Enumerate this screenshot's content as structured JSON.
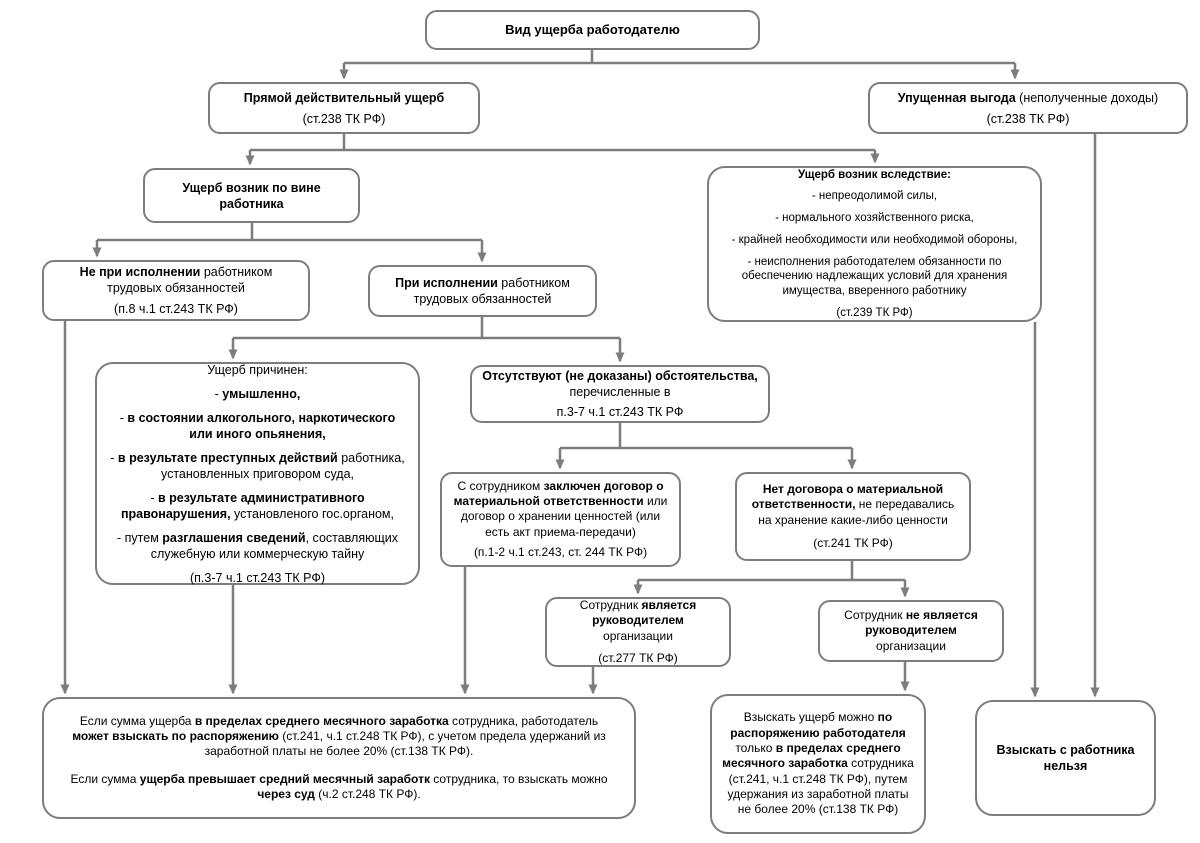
{
  "colors": {
    "line": "#7d7d7d",
    "border": "#7d7d7d",
    "text": "#000000",
    "background": "#ffffff"
  },
  "nodes": {
    "root": {
      "lines": [
        [
          {
            "t": "Вид ущерба работодателю",
            "b": true
          }
        ]
      ]
    },
    "direct": {
      "lines": [
        [
          {
            "t": "Прямой действительный ущерб",
            "b": true
          }
        ],
        [
          {
            "t": "(ст.238 ТК РФ)"
          }
        ]
      ]
    },
    "lost": {
      "lines": [
        [
          {
            "t": "Упущенная выгода",
            "b": true
          },
          {
            "t": " (неполученные доходы)"
          }
        ],
        [
          {
            "t": "(ст.238 ТК РФ)"
          }
        ]
      ]
    },
    "fault": {
      "lines": [
        [
          {
            "t": "Ущерб возник по вине работника",
            "b": true
          }
        ]
      ]
    },
    "circ": {
      "lines": [
        [
          {
            "t": "Ущерб возник вследствие:",
            "b": true
          }
        ],
        [
          {
            "t": "- непреодолимой силы,"
          }
        ],
        [
          {
            "t": "- нормального хозяйственного риска,"
          }
        ],
        [
          {
            "t": "- крайней необходимости или необходимой обороны,"
          }
        ],
        [
          {
            "t": "- неисполнения работодателем обязанности по обеспечению надлежащих условий для хранения имущества, вверенного работнику"
          }
        ],
        [
          {
            "t": "(ст.239 ТК РФ)"
          }
        ]
      ]
    },
    "notduty": {
      "lines": [
        [
          {
            "t": "Не при исполнении",
            "b": true
          },
          {
            "t": " работником трудовых обязанностей"
          }
        ],
        [
          {
            "t": "(п.8 ч.1 ст.243 ТК РФ)"
          }
        ]
      ]
    },
    "duty": {
      "lines": [
        [
          {
            "t": "При исполнении",
            "b": true
          },
          {
            "t": " работником трудовых обязанностей"
          }
        ]
      ]
    },
    "caused": {
      "lines": [
        [
          {
            "t": "Ущерб причинен:"
          }
        ],
        [
          {
            "t": "- "
          },
          {
            "t": "умышленно,",
            "b": true
          }
        ],
        [
          {
            "t": "- "
          },
          {
            "t": "в состоянии алкогольного, наркотического или иного опьянения,",
            "b": true
          }
        ],
        [
          {
            "t": "- "
          },
          {
            "t": "в результате преступных действий",
            "b": true
          },
          {
            "t": " работника, установленных приговором суда,"
          }
        ],
        [
          {
            "t": "- "
          },
          {
            "t": "в результате административного правонарушения,",
            "b": true
          },
          {
            "t": " установленого гос.органом,"
          }
        ],
        [
          {
            "t": "- путем "
          },
          {
            "t": "разглашения сведений",
            "b": true
          },
          {
            "t": ", составляющих служебную или коммерческую тайну"
          }
        ],
        [
          {
            "t": "(п.3-7 ч.1 ст.243 ТК РФ)"
          }
        ]
      ]
    },
    "absent": {
      "lines": [
        [
          {
            "t": "Отсутствуют (не доказаны) обстоятельства,",
            "b": true
          },
          {
            "t": " перечисленные в"
          }
        ],
        [
          {
            "t": "п.3-7 ч.1 ст.243 ТК РФ"
          }
        ]
      ]
    },
    "contract": {
      "lines": [
        [
          {
            "t": "С сотрудником "
          },
          {
            "t": "заключен договор о материальной ответственности",
            "b": true
          },
          {
            "t": " или договор о хранении ценностей (или есть акт приема-передачи)"
          }
        ],
        [
          {
            "t": "(п.1-2 ч.1 ст.243, ст. 244 ТК РФ)"
          }
        ]
      ]
    },
    "nocontract": {
      "lines": [
        [
          {
            "t": "Нет договора о материальной ответственности,",
            "b": true
          },
          {
            "t": " не передавались на хранение какие-либо ценности"
          }
        ],
        [
          {
            "t": "(ст.241 ТК РФ)"
          }
        ]
      ]
    },
    "ishead": {
      "lines": [
        [
          {
            "t": "Сотрудник "
          },
          {
            "t": "является руководителем",
            "b": true
          },
          {
            "t": " организации"
          }
        ],
        [
          {
            "t": "(ст.277 ТК РФ)"
          }
        ]
      ]
    },
    "nothead": {
      "lines": [
        [
          {
            "t": "Сотрудник "
          },
          {
            "t": "не является руководителем",
            "b": true
          },
          {
            "t": " организации"
          }
        ]
      ]
    },
    "sumleft": {
      "lines": [
        [
          {
            "t": "Если сумма ущерба "
          },
          {
            "t": "в пределах среднего месячного заработка",
            "b": true
          },
          {
            "t": " сотрудника, работодатель "
          },
          {
            "t": "может взыскать по распоряжению",
            "b": true
          },
          {
            "t": " (ст.241, ч.1 ст.248 ТК РФ), с учетом предела удержаний из заработной платы не более 20% (ст.138 ТК РФ)."
          }
        ],
        [
          {
            "t": "Если сумма "
          },
          {
            "t": "ущерба превышает средний месячный заработк",
            "b": true
          },
          {
            "t": " сотрудника, то взыскать можно "
          },
          {
            "t": "через суд",
            "b": true
          },
          {
            "t": " (ч.2 ст.248 ТК РФ)."
          }
        ]
      ]
    },
    "bymid": {
      "lines": [
        [
          {
            "t": "Взыскать ущерб можно "
          },
          {
            "t": "по распоряжению работодателя",
            "b": true
          },
          {
            "t": " только "
          },
          {
            "t": "в пределах среднего месячного заработка",
            "b": true
          },
          {
            "t": " сотрудника (ст.241, ч.1 ст.248 ТК РФ), путем удержания из заработной платы не более 20% (ст.138 ТК РФ)"
          }
        ]
      ]
    },
    "noright": {
      "lines": [
        [
          {
            "t": "Взыскать с работника нельзя",
            "b": true
          }
        ]
      ]
    }
  }
}
